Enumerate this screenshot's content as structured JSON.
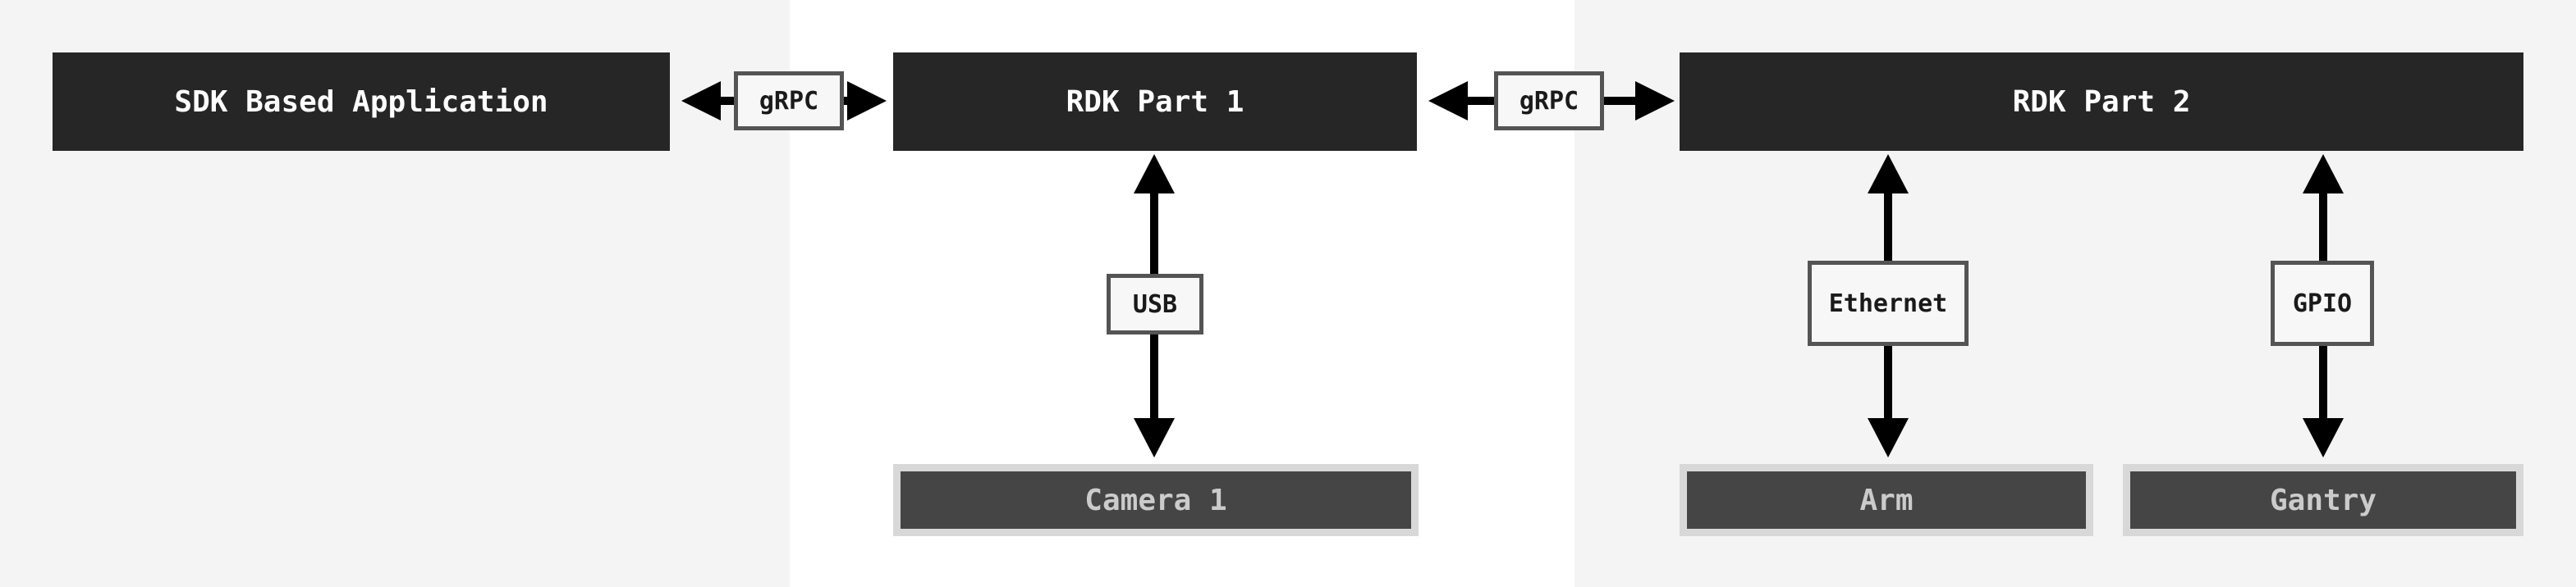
{
  "nodes": {
    "sdk_app": {
      "label": "SDK Based Application"
    },
    "rdk_part_1": {
      "label": "RDK Part 1"
    },
    "rdk_part_2": {
      "label": "RDK Part 2"
    },
    "camera_1": {
      "label": "Camera 1"
    },
    "arm": {
      "label": "Arm"
    },
    "gantry": {
      "label": "Gantry"
    }
  },
  "connectors": {
    "grpc_left": {
      "label": "gRPC",
      "from": "SDK Based Application",
      "to": "RDK Part 1",
      "direction": "bidirectional"
    },
    "grpc_right": {
      "label": "gRPC",
      "from": "RDK Part 1",
      "to": "RDK Part 2",
      "direction": "bidirectional"
    },
    "usb": {
      "label": "USB",
      "from": "RDK Part 1",
      "to": "Camera 1",
      "direction": "bidirectional"
    },
    "ethernet": {
      "label": "Ethernet",
      "from": "RDK Part 2",
      "to": "Arm",
      "direction": "bidirectional"
    },
    "gpio": {
      "label": "GPIO",
      "from": "RDK Part 2",
      "to": "Gantry",
      "direction": "bidirectional"
    }
  },
  "colors": {
    "background_side_bands": "#f4f4f4",
    "background_center_band": "#ffffff",
    "node_fill": "#262626",
    "node_text": "#ffffff",
    "device_fill": "#454545",
    "device_frame": "#d8d8d8",
    "device_text": "#cbcbcb",
    "edge_label_fill": "#f7f7f7",
    "edge_label_border": "#545454",
    "edge_label_text": "#1a1a1a",
    "arrow": "#000000"
  }
}
